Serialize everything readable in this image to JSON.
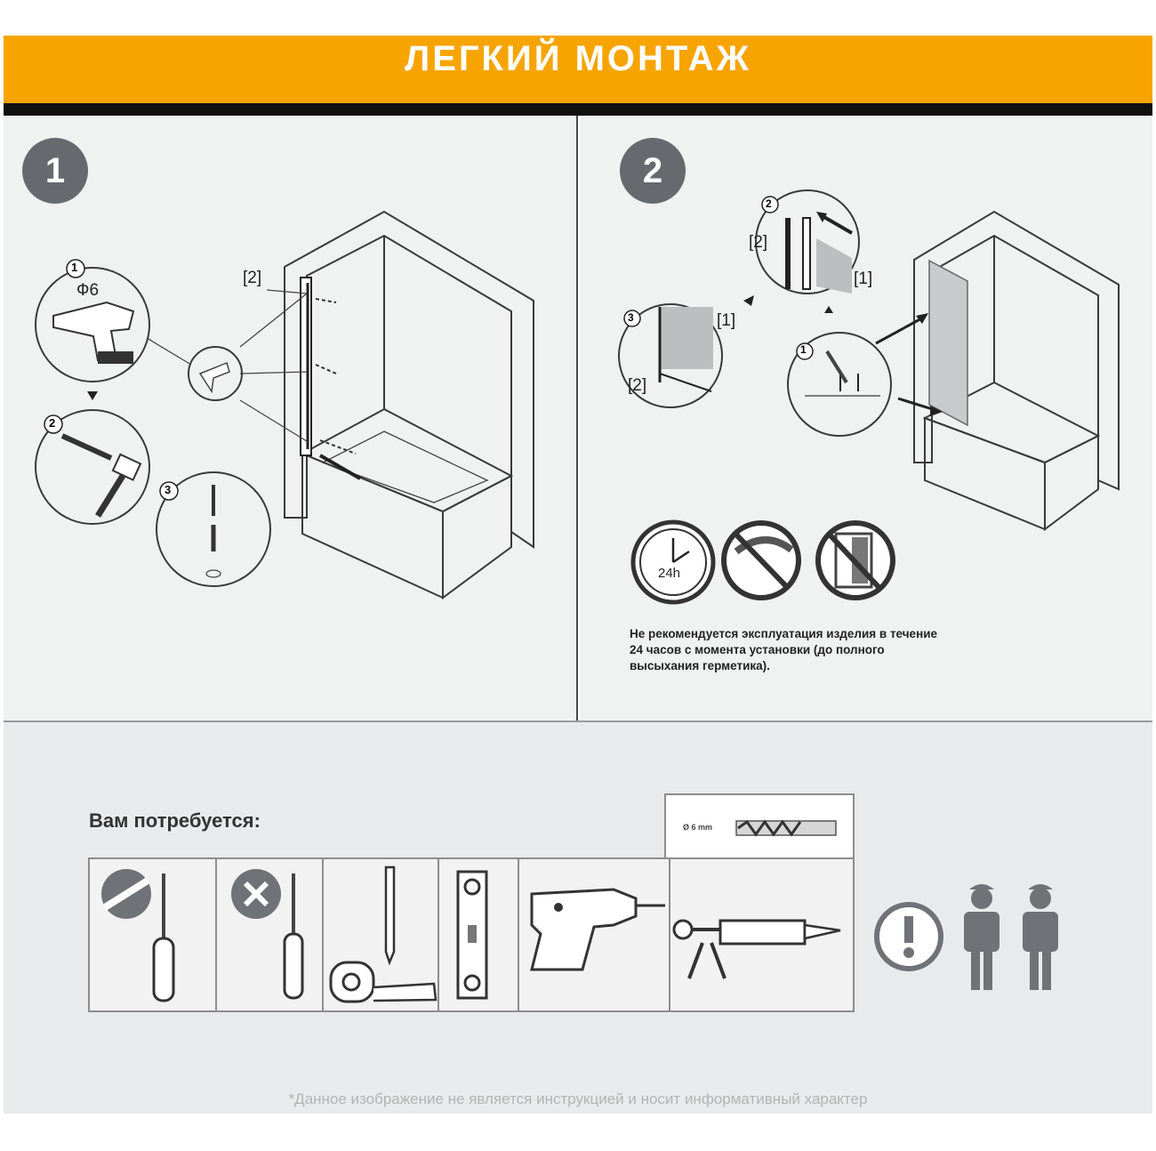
{
  "header": {
    "title": "ЛЕГКИЙ МОНТАЖ"
  },
  "step1": {
    "number": "1",
    "callout_label": "[2]",
    "substeps": [
      "1",
      "2",
      "3"
    ],
    "drill_label": "Ф6"
  },
  "step2": {
    "number": "2",
    "labels": {
      "l1": "[1]",
      "l2": "[2]"
    },
    "substeps": [
      "1",
      "2",
      "3"
    ],
    "timer_label": "24h",
    "notice": "Не рекомендуется эксплуатация изделия в течение 24 часов с момента установки (до полного высыхания герметика)."
  },
  "tools": {
    "title": "Вам потребуется:",
    "drill_bit_label": "Ø 6 mm",
    "items": [
      "flat-screwdriver-icon",
      "phillips-screwdriver-icon",
      "pencil-tape-measure-icon",
      "spirit-level-icon",
      "power-drill-icon",
      "caulking-gun-icon"
    ]
  },
  "footer": {
    "disclaimer": "*Данное изображение не является инструкцией и носит информативный характер"
  },
  "colors": {
    "accent": "#f7a400",
    "panel": "#f0f1f1",
    "badge": "#666a6e"
  }
}
